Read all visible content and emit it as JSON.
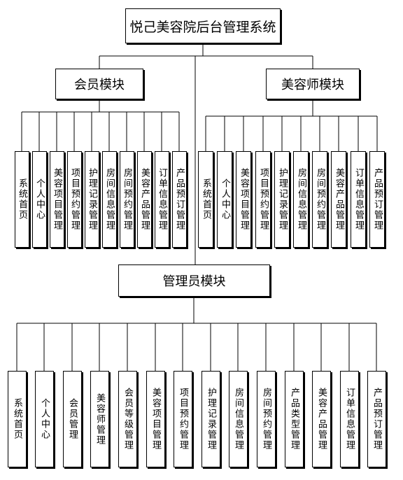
{
  "root": {
    "label": "悦己美容院后台管理系统"
  },
  "modules": [
    {
      "key": "member",
      "label": "会员模块",
      "items": [
        "系统首页",
        "个人中心",
        "美容项目管理",
        "项目预约管理",
        "护理记录管理",
        "房间信息管理",
        "房间预约管理",
        "美容产品管理",
        "订单信息管理",
        "产品预订管理"
      ]
    },
    {
      "key": "beautician",
      "label": "美容师模块",
      "items": [
        "系统首页",
        "个人中心",
        "美容项目管理",
        "项目预约管理",
        "护理记录管理",
        "房间信息管理",
        "房间预约管理",
        "美容产品管理",
        "订单信息管理",
        "产品预订管理"
      ]
    },
    {
      "key": "admin",
      "label": "管理员模块",
      "items": [
        "系统首页",
        "个人中心",
        "会员管理",
        "美容师管理",
        "会员等级管理",
        "美容项目管理",
        "项目预约管理",
        "护理记录管理",
        "房间信息管理",
        "房间预约管理",
        "产品类型管理",
        "美容产品管理",
        "订单信息管理",
        "产品预订管理"
      ]
    }
  ]
}
